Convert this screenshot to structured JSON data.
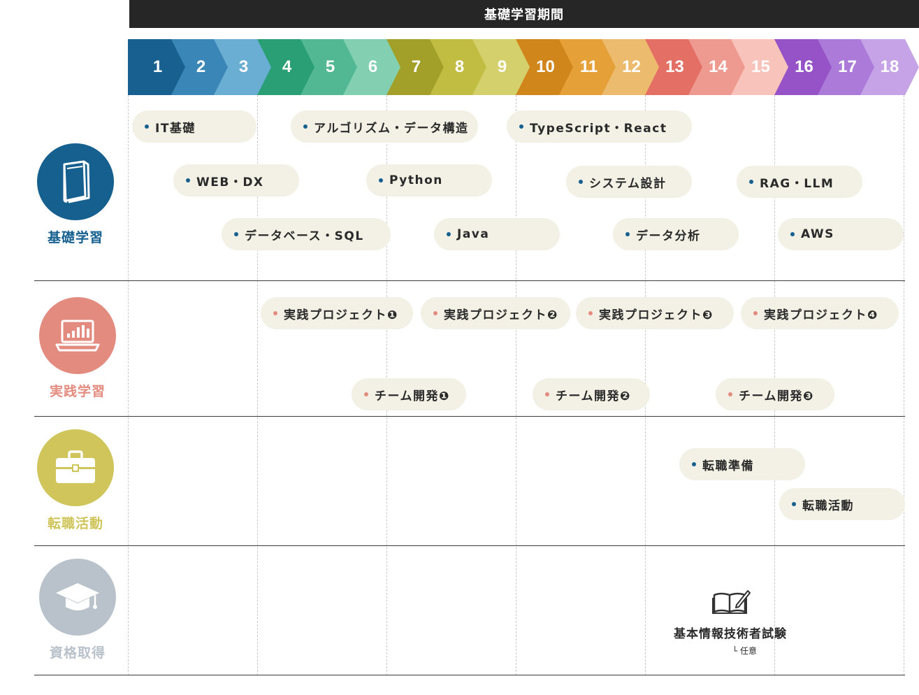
{
  "header": {
    "title": "基礎学習期間"
  },
  "months": [
    "1",
    "2",
    "3",
    "4",
    "5",
    "6",
    "7",
    "8",
    "9",
    "10",
    "11",
    "12",
    "13",
    "14",
    "15",
    "16",
    "17",
    "18"
  ],
  "colors": {
    "chevrons": [
      "#17608f",
      "#3a87b7",
      "#6aaed3",
      "#2a9e74",
      "#52b893",
      "#82cfb1",
      "#a3a029",
      "#c1bd43",
      "#d4d06b",
      "#d1861c",
      "#e5a137",
      "#edbb6e",
      "#e46f64",
      "#ef9a90",
      "#f7c3bb",
      "#9553c7",
      "#ac7ad9",
      "#c6a3e6"
    ],
    "basic": "#15608f",
    "practice": "#e48b7f",
    "career": "#cfc55a",
    "cert": "#b9c2cb"
  },
  "categories": {
    "basic": {
      "label": "基礎学習",
      "icon": "book-icon"
    },
    "practice": {
      "label": "実践学習",
      "icon": "laptop-chart-icon"
    },
    "career": {
      "label": "転職活動",
      "icon": "briefcase-icon"
    },
    "cert": {
      "label": "資格取得",
      "icon": "graduation-cap-icon"
    }
  },
  "basic_items": [
    "IT基礎",
    "アルゴリズム・データ構造",
    "TypeScript・React",
    "WEB・DX",
    "Python",
    "システム設計",
    "RAG・LLM",
    "データベース・SQL",
    "Java",
    "データ分析",
    "AWS"
  ],
  "practice_items": [
    "実践プロジェクト❶",
    "実践プロジェクト❷",
    "実践プロジェクト❸",
    "実践プロジェクト❹",
    "チーム開発❶",
    "チーム開発❷",
    "チーム開発❸"
  ],
  "career_items": [
    "転職準備",
    "転職活動"
  ],
  "cert": {
    "title": "基本情報技術者試験",
    "note": "任意"
  }
}
